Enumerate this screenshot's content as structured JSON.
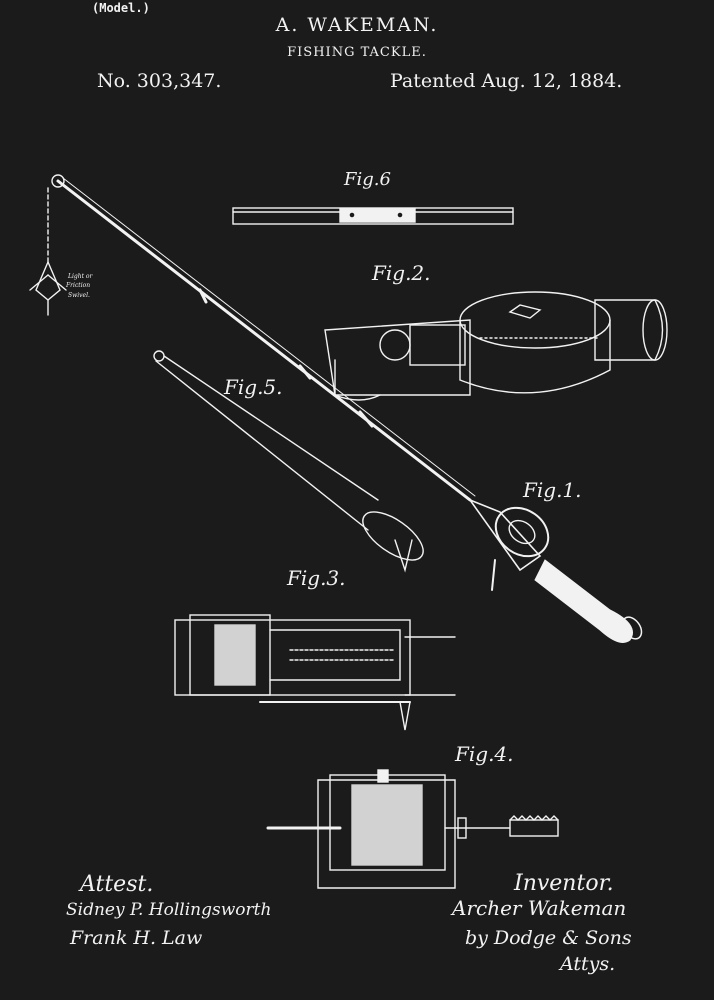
{
  "header": {
    "model": "(Model.)",
    "inventor_name": "A. WAKEMAN.",
    "subject": "FISHING TACKLE.",
    "patent_number": "No. 303,347.",
    "patented_date": "Patented Aug. 12, 1884."
  },
  "figures": {
    "fig1": "Fig.1.",
    "fig2": "Fig.2.",
    "fig3": "Fig.3.",
    "fig4": "Fig.4.",
    "fig5": "Fig.5.",
    "fig6": "Fig.6"
  },
  "annotations": {
    "swivel_note_1": "Light or",
    "swivel_note_2": "Friction",
    "swivel_note_3": "Swivel."
  },
  "signatures": {
    "attest_heading": "Attest.",
    "witness_1": "Sidney P. Hollingsworth",
    "witness_2": "Frank H. Law",
    "inventor_heading": "Inventor.",
    "inventor_signature": "Archer Wakeman",
    "by_attorney": "by Dodge & Sons",
    "attorney_abbrev": "Attys."
  },
  "colors": {
    "background": "#1b1b1b",
    "ink": "#f2f2f2"
  }
}
